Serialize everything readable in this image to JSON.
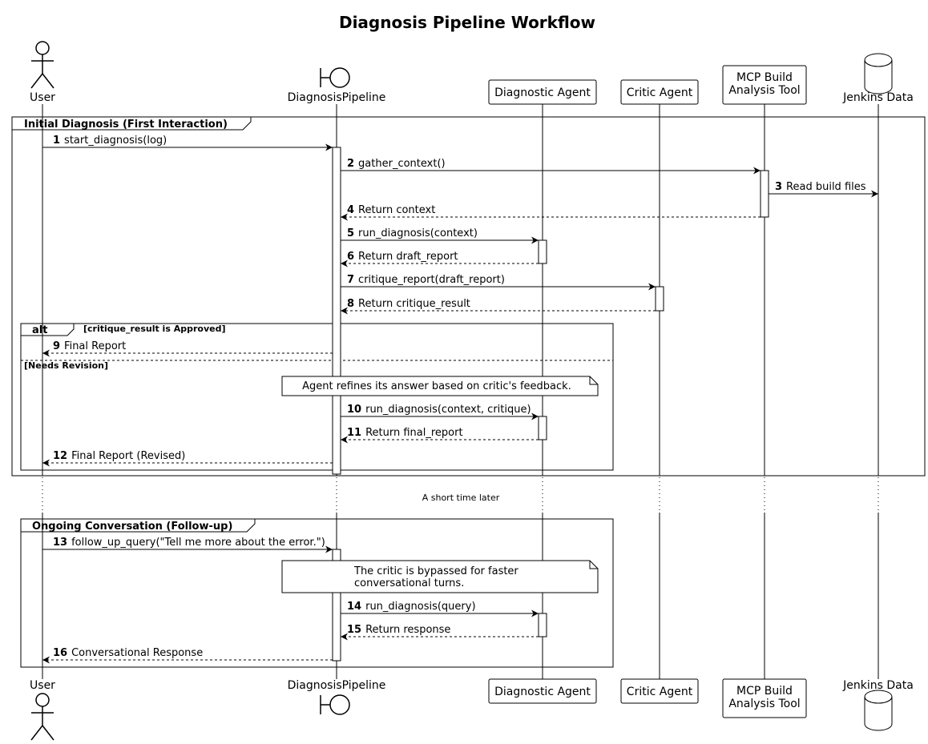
{
  "title": "Diagnosis Pipeline Workflow",
  "participants": [
    {
      "id": "user",
      "label_lines": [
        "User"
      ],
      "kind": "actor"
    },
    {
      "id": "pipeline",
      "label_lines": [
        "DiagnosisPipeline"
      ],
      "kind": "boundary"
    },
    {
      "id": "diag",
      "label_lines": [
        "Diagnostic Agent"
      ],
      "kind": "box"
    },
    {
      "id": "critic",
      "label_lines": [
        "Critic Agent"
      ],
      "kind": "box"
    },
    {
      "id": "mcp",
      "label_lines": [
        "MCP Build",
        "Analysis Tool"
      ],
      "kind": "box"
    },
    {
      "id": "jenkins",
      "label_lines": [
        "Jenkins Data"
      ],
      "kind": "database"
    }
  ],
  "groups": [
    {
      "id": "initial",
      "label": "Initial Diagnosis (First Interaction)"
    },
    {
      "id": "followup",
      "label": "Ongoing Conversation (Follow-up)"
    }
  ],
  "alt": {
    "label": "alt",
    "guard": "[critique_result is Approved]",
    "else_guard": "[Needs Revision]"
  },
  "delay_text": "A short time later",
  "notes": {
    "refine": [
      "Agent refines its answer based on critic's feedback."
    ],
    "bypass": [
      "The critic is bypassed for faster",
      "conversational turns."
    ]
  },
  "messages": [
    {
      "n": "1",
      "text": "start_diagnosis(log)",
      "from": "user",
      "to": "pipeline",
      "dashed": false
    },
    {
      "n": "2",
      "text": "gather_context()",
      "from": "pipeline",
      "to": "mcp",
      "dashed": false
    },
    {
      "n": "3",
      "text": "Read build files",
      "from": "mcp",
      "to": "jenkins",
      "dashed": false
    },
    {
      "n": "4",
      "text": "Return context",
      "from": "mcp",
      "to": "pipeline",
      "dashed": true
    },
    {
      "n": "5",
      "text": "run_diagnosis(context)",
      "from": "pipeline",
      "to": "diag",
      "dashed": false
    },
    {
      "n": "6",
      "text": "Return draft_report",
      "from": "diag",
      "to": "pipeline",
      "dashed": true
    },
    {
      "n": "7",
      "text": "critique_report(draft_report)",
      "from": "pipeline",
      "to": "critic",
      "dashed": false
    },
    {
      "n": "8",
      "text": "Return critique_result",
      "from": "critic",
      "to": "pipeline",
      "dashed": true
    },
    {
      "n": "9",
      "text": "Final Report",
      "from": "pipeline",
      "to": "user",
      "dashed": true
    },
    {
      "n": "10",
      "text": "run_diagnosis(context, critique)",
      "from": "pipeline",
      "to": "diag",
      "dashed": false
    },
    {
      "n": "11",
      "text": "Return final_report",
      "from": "diag",
      "to": "pipeline",
      "dashed": true
    },
    {
      "n": "12",
      "text": "Final Report (Revised)",
      "from": "pipeline",
      "to": "user",
      "dashed": true
    },
    {
      "n": "13",
      "text": "follow_up_query(\"Tell me more about the error.\")",
      "from": "user",
      "to": "pipeline",
      "dashed": false
    },
    {
      "n": "14",
      "text": "run_diagnosis(query)",
      "from": "pipeline",
      "to": "diag",
      "dashed": false
    },
    {
      "n": "15",
      "text": "Return response",
      "from": "diag",
      "to": "pipeline",
      "dashed": true
    },
    {
      "n": "16",
      "text": "Conversational Response",
      "from": "pipeline",
      "to": "user",
      "dashed": true
    }
  ]
}
